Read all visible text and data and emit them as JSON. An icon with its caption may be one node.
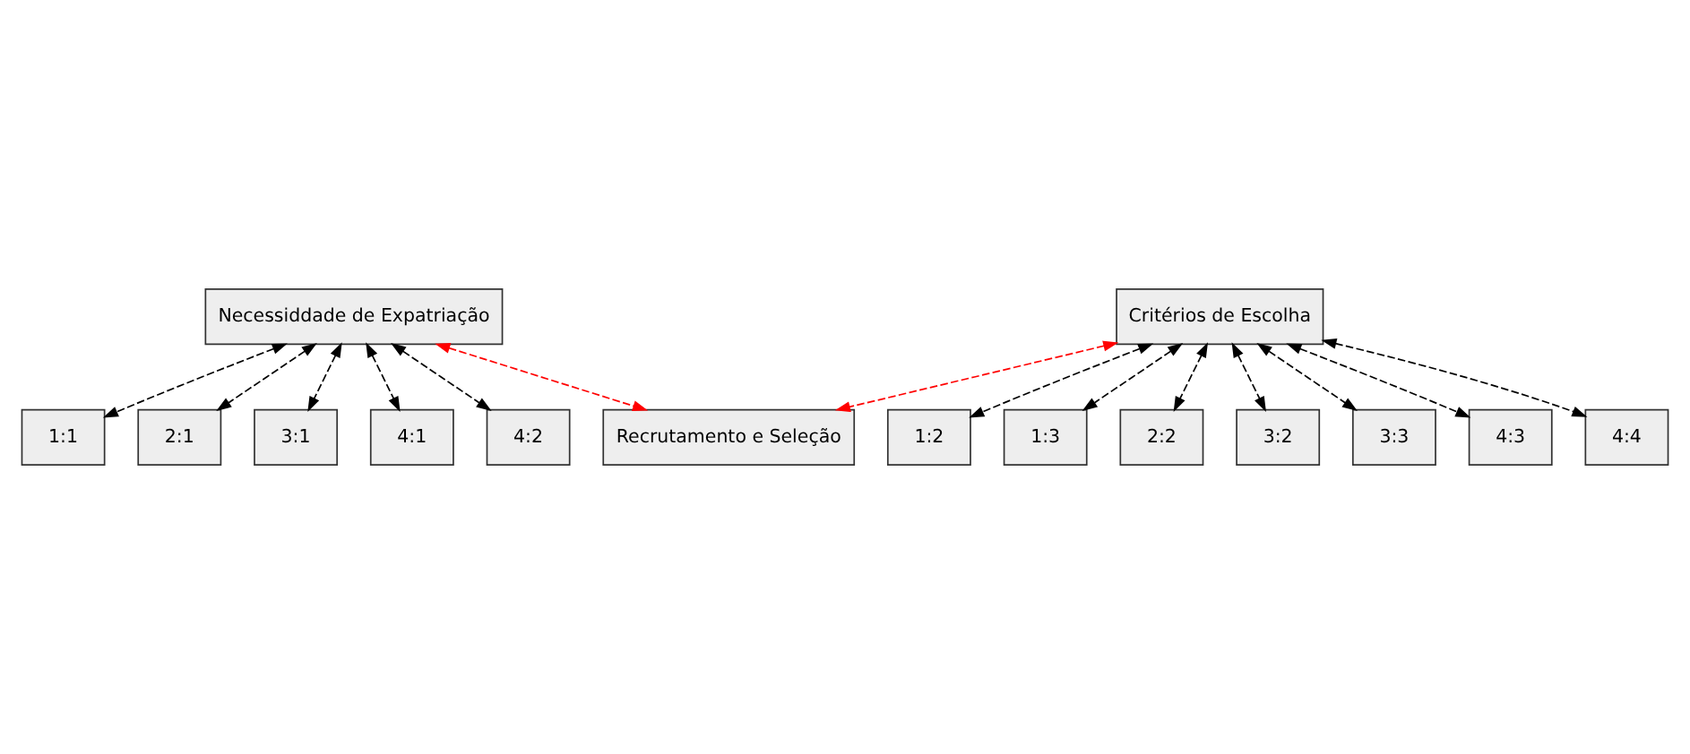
{
  "diagram": {
    "nodes": [
      {
        "text": [
          "Necessiddade de Expatriação"
        ]
      },
      {
        "text": [
          "1:1"
        ]
      },
      {
        "text": [
          "2:1"
        ]
      },
      {
        "text": [
          "3:1"
        ]
      },
      {
        "text": [
          "4:1"
        ]
      },
      {
        "text": [
          "4:2"
        ]
      },
      {
        "text": [
          "Critérios de Escolha"
        ]
      },
      {
        "text": [
          "1:2"
        ]
      },
      {
        "text": [
          "1:3"
        ]
      },
      {
        "text": [
          "2:2"
        ]
      },
      {
        "text": [
          "3:2"
        ]
      },
      {
        "text": [
          "3:3"
        ]
      },
      {
        "text": [
          "4:3"
        ]
      },
      {
        "text": [
          "4:4"
        ]
      },
      {
        "text": [
          "Recrutamento e Seleção"
        ]
      }
    ],
    "edges": [
      {
        "from": 0,
        "to": 1,
        "arrow": "both",
        "style": "dashed"
      },
      {
        "from": 0,
        "to": 2,
        "arrow": "both",
        "style": "dashed"
      },
      {
        "from": 0,
        "to": 3,
        "arrow": "both",
        "style": "dashed"
      },
      {
        "from": 0,
        "to": 4,
        "arrow": "both",
        "style": "dashed"
      },
      {
        "from": 0,
        "to": 5,
        "arrow": "both",
        "style": "dashed"
      },
      {
        "from": 0,
        "to": 14,
        "arrow": "both",
        "style": "dashed",
        "color": "#ff0000"
      },
      {
        "from": 6,
        "to": 7,
        "arrow": "both",
        "style": "dashed"
      },
      {
        "from": 6,
        "to": 8,
        "arrow": "both",
        "style": "dashed"
      },
      {
        "from": 6,
        "to": 11,
        "arrow": "both",
        "style": "dashed"
      },
      {
        "from": 6,
        "to": 12,
        "arrow": "both",
        "style": "dashed"
      },
      {
        "from": 6,
        "to": 9,
        "arrow": "both",
        "style": "dashed"
      },
      {
        "from": 6,
        "to": 13,
        "arrow": "both",
        "style": "dashed"
      },
      {
        "from": 6,
        "to": 10,
        "arrow": "both",
        "style": "dashed"
      },
      {
        "from": 6,
        "to": 14,
        "arrow": "both",
        "style": "dashed",
        "color": "#ff0000"
      }
    ]
  }
}
